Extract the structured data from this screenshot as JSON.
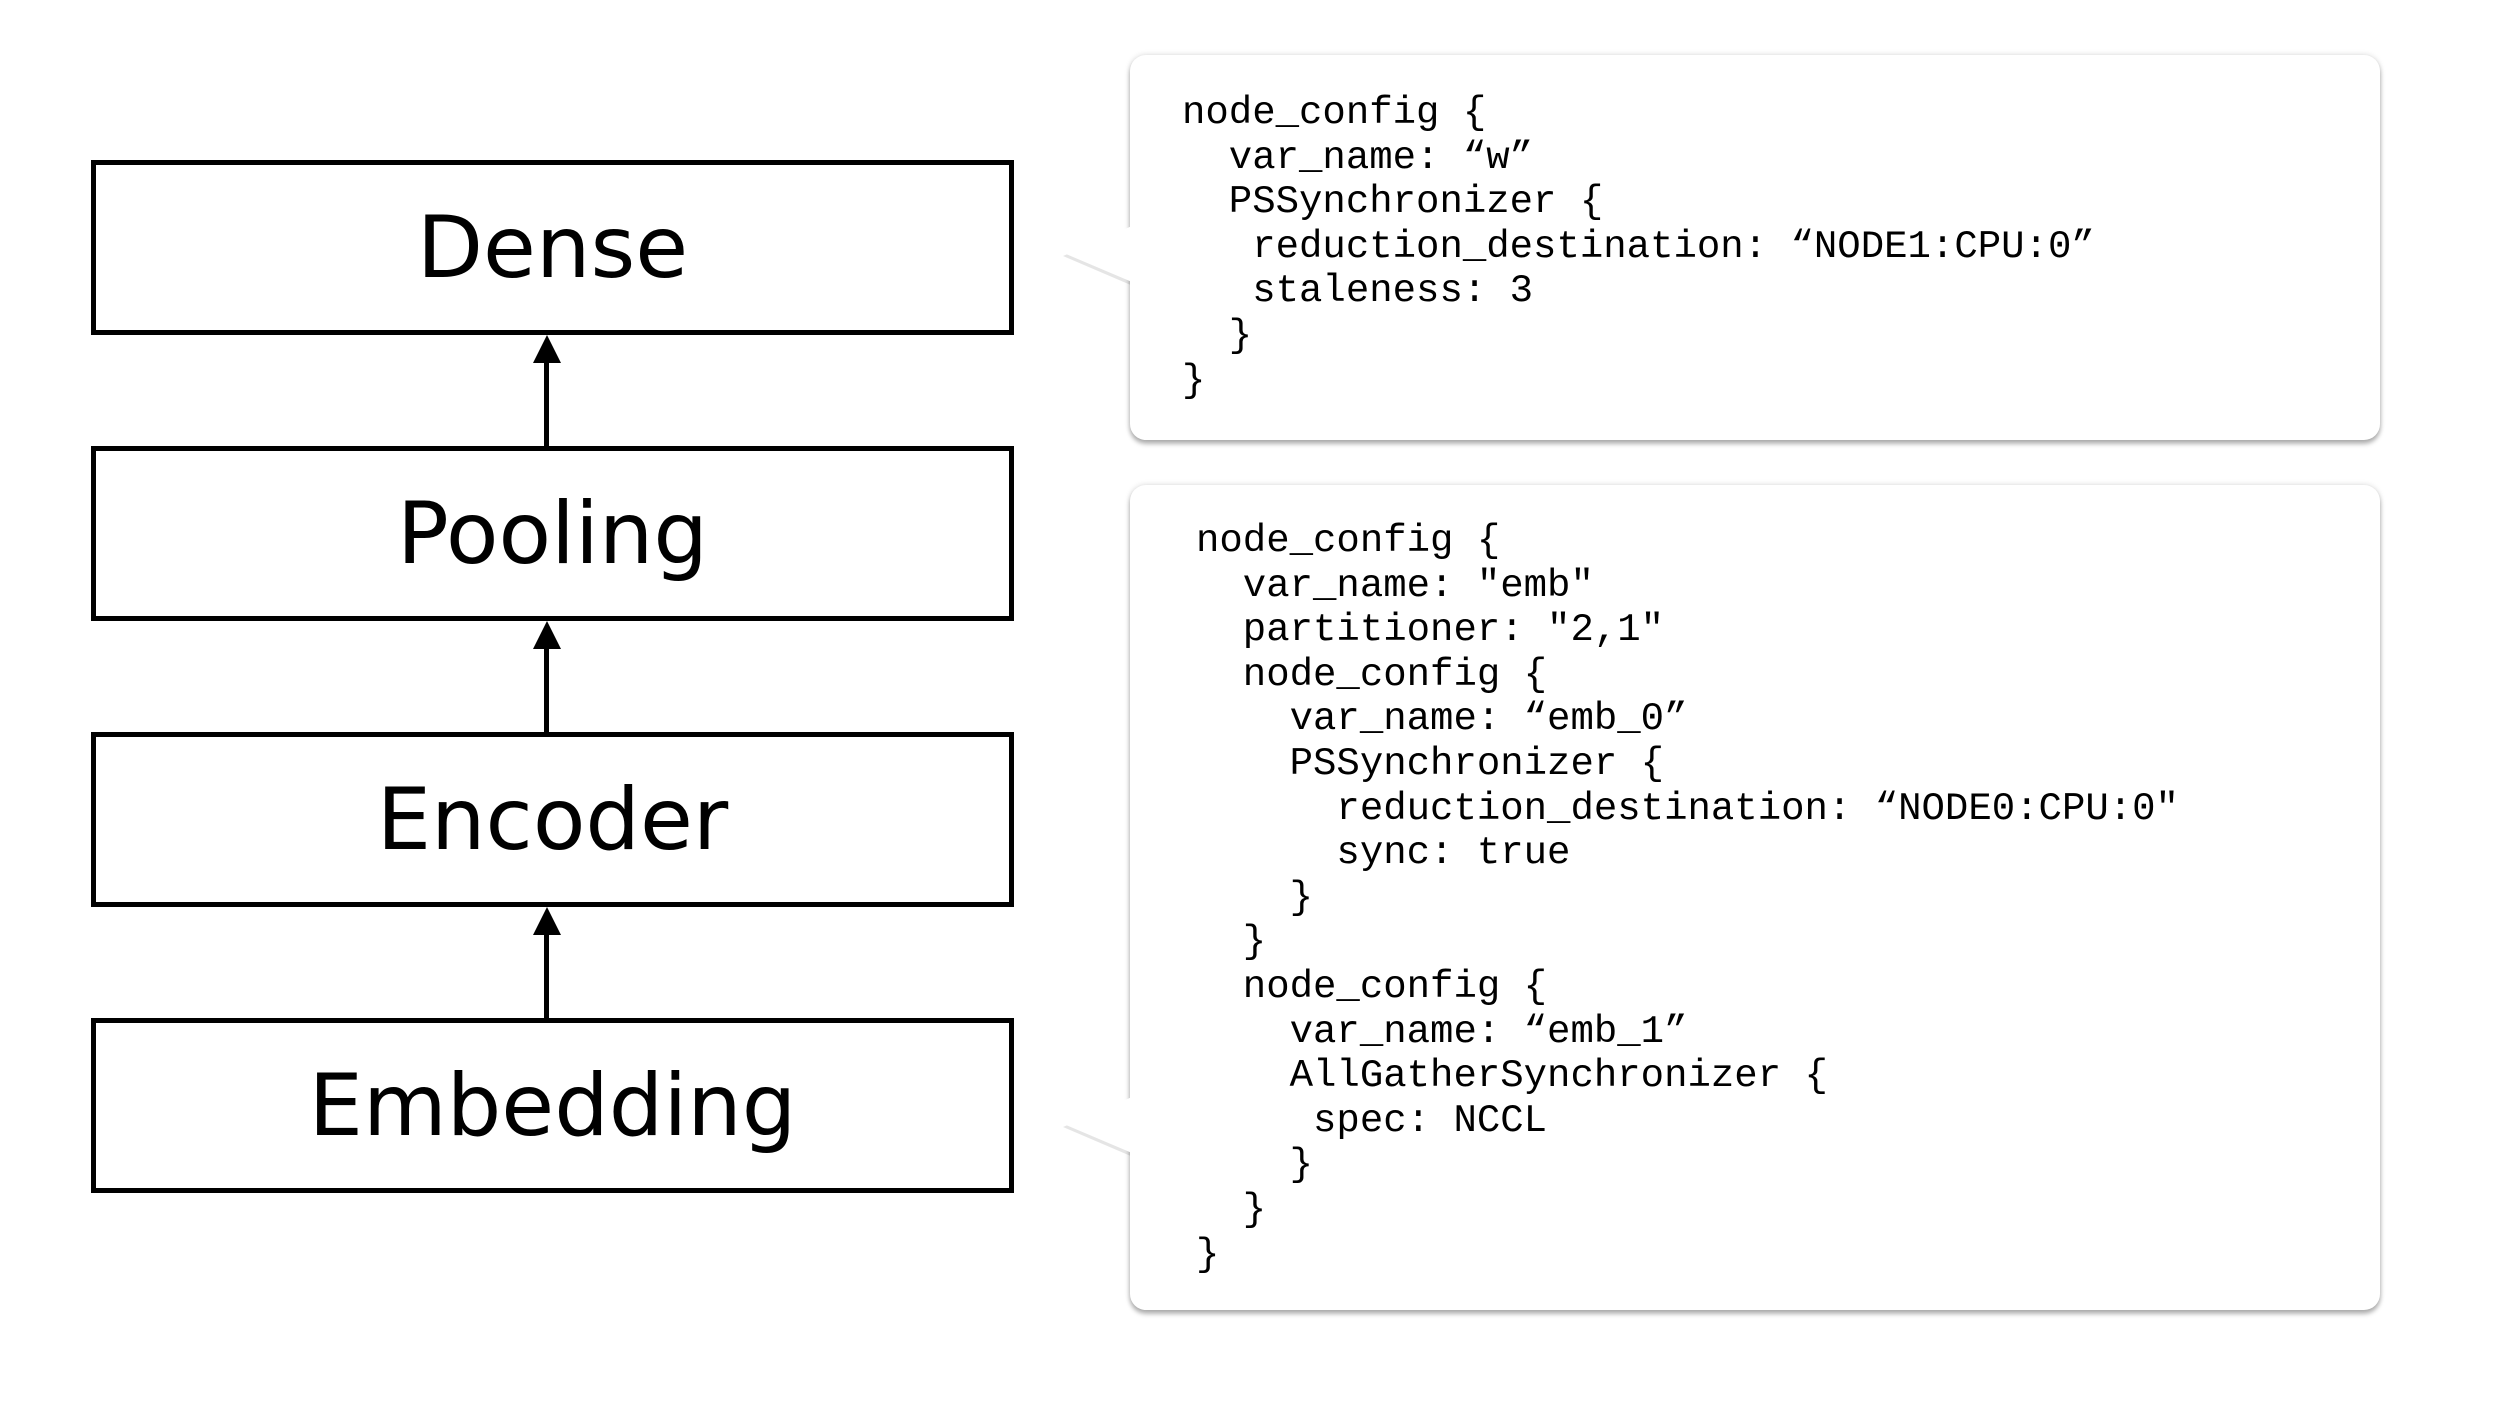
{
  "layers": [
    {
      "label": "Dense"
    },
    {
      "label": "Pooling"
    },
    {
      "label": "Encoder"
    },
    {
      "label": "Embedding"
    }
  ],
  "callouts": {
    "dense_config": {
      "lines": [
        "node_config {",
        "  var_name: “w”",
        "  PSSynchronizer {",
        "   reduction_destination: “NODE1:CPU:0”",
        "   staleness: 3",
        "  }",
        "}"
      ]
    },
    "embedding_config": {
      "lines": [
        "node_config {",
        "  var_name: \"emb\"",
        "  partitioner: \"2,1\"",
        "  node_config {",
        "    var_name: “emb_0”",
        "    PSSynchronizer {",
        "      reduction_destination: “NODE0:CPU:0\"",
        "      sync: true",
        "    }",
        "  }",
        "  node_config {",
        "    var_name: “emb_1”",
        "    AllGatherSynchronizer {",
        "     spec: NCCL",
        "    }",
        "  }",
        "}"
      ]
    }
  },
  "colors": {
    "box_border": "#000000",
    "arrow": "#000000",
    "callout_background": "#ffffff"
  }
}
